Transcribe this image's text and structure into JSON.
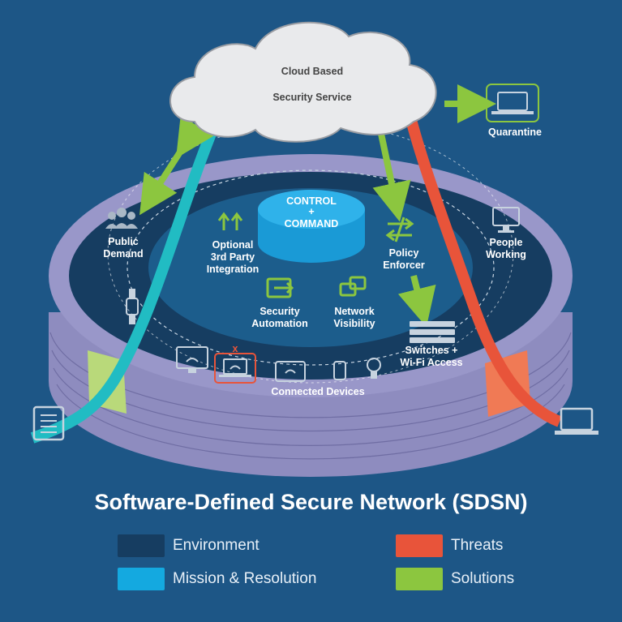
{
  "cloud": {
    "line1": "Cloud Based",
    "line2": "Security Service"
  },
  "center": {
    "line1": "CONTROL",
    "line2": "+",
    "line3": "COMMAND"
  },
  "labels": {
    "quarantine": "Quarantine",
    "public_demand_1": "Public",
    "public_demand_2": "Demand",
    "optional_1": "Optional",
    "optional_2": "3rd Party",
    "optional_3": "Integration",
    "policy_1": "Policy",
    "policy_2": "Enforcer",
    "people_1": "People",
    "people_2": "Working",
    "security_1": "Security",
    "security_2": "Automation",
    "network_1": "Network",
    "network_2": "Visibility",
    "switches_1": "Switches +",
    "switches_2": "Wi-Fi Access",
    "connected_devices": "Connected Devices",
    "blocked_mark": "x"
  },
  "title": "Software-Defined Secure Network (SDSN)",
  "legend": [
    {
      "label": "Environment",
      "color": "#163d61"
    },
    {
      "label": "Threats",
      "color": "#e8543a"
    },
    {
      "label": "Mission & Resolution",
      "color": "#14a9e0"
    },
    {
      "label": "Solutions",
      "color": "#8cc63f"
    }
  ],
  "colors": {
    "background": "#1d5686",
    "wall": "#9694c6",
    "solutions": "#8cc63f",
    "threats": "#e8543a",
    "mission": "#21bcc3"
  },
  "icons": [
    "users-icon",
    "smartwatch-icon",
    "monitor-icon",
    "laptop-icon",
    "tablet-icon",
    "phone-icon",
    "lightbulb-icon",
    "document-icon",
    "switch-icon",
    "policy-icon",
    "automation-icon",
    "network-icon",
    "integration-icon"
  ]
}
